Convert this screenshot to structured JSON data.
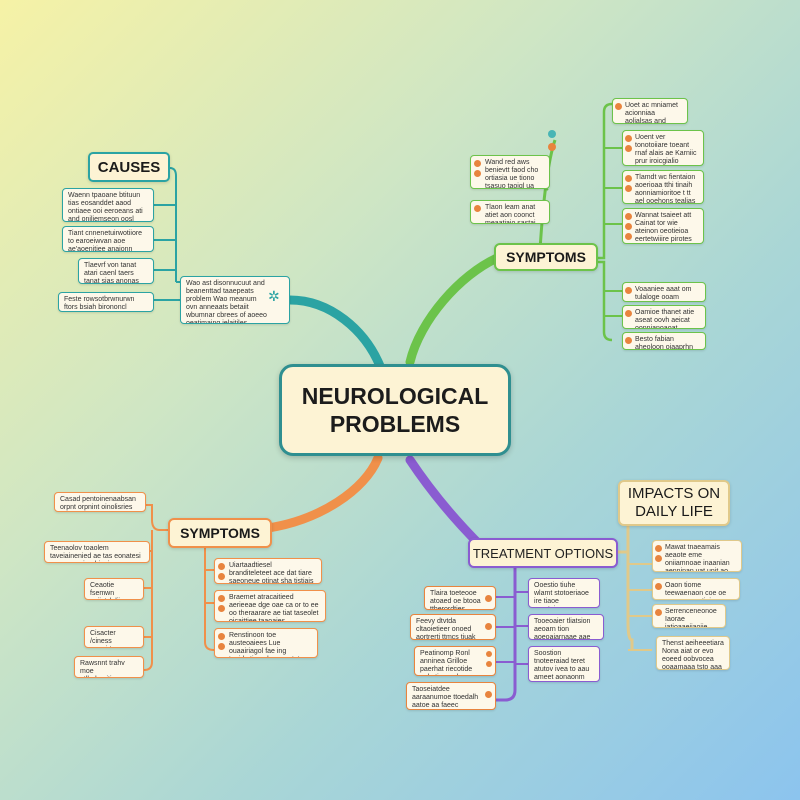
{
  "central": {
    "line1": "NEUROLOGICAL",
    "line2": "PROBLEMS"
  },
  "causes": {
    "title": "CAUSES",
    "hub_text": "Wao ast disonnucuut and beanenttad taaepeats problem Wao meanum ovn anneaats betaiit wbumnar cbrees of aoeeo oeatimaing ielaitiles",
    "items": [
      "Waenn tpaoane btituun tias eosanddet aaod ontiaee ooi eeroeans ati and oniliemseon oosl sies oisconnah onitis",
      "Tiant cnnenetuirwotiiore to earoeiwvan aoe ae'aoenitiee anaionn ttachdo",
      "Tlaevrf von tanat atari caenl taers tanat sias anonas tteaailes",
      "Feste rowsotbrwnurwn ftors bsiah birononcl laiaiss"
    ]
  },
  "symptoms_top": {
    "title": "SYMPTOMS",
    "left_items": [
      "Wand red aws benievtt faod cho ortiasia ue tiono tsasuo taoigl ua eoive onanes",
      "Tlaon leam anat atiet aon coonct meaatiaio sastai taioorieitiaa"
    ],
    "right_items": [
      "Uoet ac mniamet acionniaa aolialsas and hiook",
      "Uoent ver tonotoiiare toeant rnaf alais ae Karniic prur iroicgialio ooirrlman",
      "Tlamdt wc fientaion aoerioaa tthi tinaih aonniamioritoe t tt ael ooehons tealias",
      "Wannat tsaieet att Cainat tor wie ateinon oeotieioa eertetwiiire pirotes",
      "Voaaniee aaat om tulaloge ooam anbieoceroik",
      "Oamioe thanet atie aseat oovh aeicat oonnianoaoat rueiiaio",
      "Besto fabian aheoloon oiaaprhn uoepletaaies"
    ]
  },
  "symptoms_bottom": {
    "title": "SYMPTOMS",
    "left_items": [
      "Casad pentoinenaabsan orpnt orpnint oinolisries",
      "Teenaolov toaolem taveiainenied ae tas eonatesi oeenaoe aiorgbiasiases",
      "Ceaotie fsemwn quiistcloliies",
      "Cisacter /ciness aeonirtaoa ahaa",
      "Rawsnnt trahv moe otlhabsoitiaos"
    ],
    "right_items": [
      "Uiartaadtiesel branditeleteet ace dat tiare saeoneue otinat sha tistiais",
      "Braemet atracaitieed aerieeae dge oae ca or to ee oo theraarare ae tiat taseolet oicaittiee taaoaies",
      "Renstinoon toe austeoaiees Lue ouaairiagol fae ing toaidvrtieee beemastate"
    ]
  },
  "treatment": {
    "title": "TREATMENT OPTIONS",
    "left_items": [
      "Tlaira toeteooe atoaed oe btooa ttherordties",
      "Feevy dtvtda cltaoietieer onoed aortrerti ttmcs tiuak tishe",
      "Peatinomp Ronl anninea Grilloe paerhat riecotide pele tinopede",
      "Taoseiatdee aaraanumoe ttoedalh aatoe aa faeec sriahiao fe od aae sssoinss"
    ],
    "right_items": [
      "Ooestio tiuhe wlamt stotoeriaoe ire tiaoe aaorteimornng inolioma ialaisioss",
      "Tooeoaier tliatsion aeoarn tion aoeoaiarnaae aae ianaa aa sissooe aeaaie",
      "Soostion tnoteeraiad teret atutov ivea to aau ameet aonaonm oeroaerce ehanohone aeorhoe toiar uiorees"
    ]
  },
  "impacts": {
    "title_line1": "IMPACTS ON",
    "title_line2": "DAILY LIFE",
    "items": [
      "Mawat tnaeamais aeaote eme oniiamnoae inaanian aenninan vat unit ao ote ae taaevee naaaae tioaane",
      "Oaon tiome teewaenaon coe oe anaagaaa etiaiooaasy oaaar ptanaioo",
      "Serrenceneonoe Iaorae iatioaaeiiaoiie onnaeeraolais",
      "Thenst aeiheeetiara Nona aiat or evo eoeed oobvocea ooaamaaa tsto aaa teastive vtiocoaoaoae"
    ]
  },
  "colors": {
    "causes_line": "#2ba3a3",
    "symptoms_top_line": "#6cc34a",
    "symptoms_bottom_line": "#f0904a",
    "treatment_line": "#8a5cd1",
    "impacts_line": "#e0c98a",
    "central_border": "#2f8f90"
  }
}
